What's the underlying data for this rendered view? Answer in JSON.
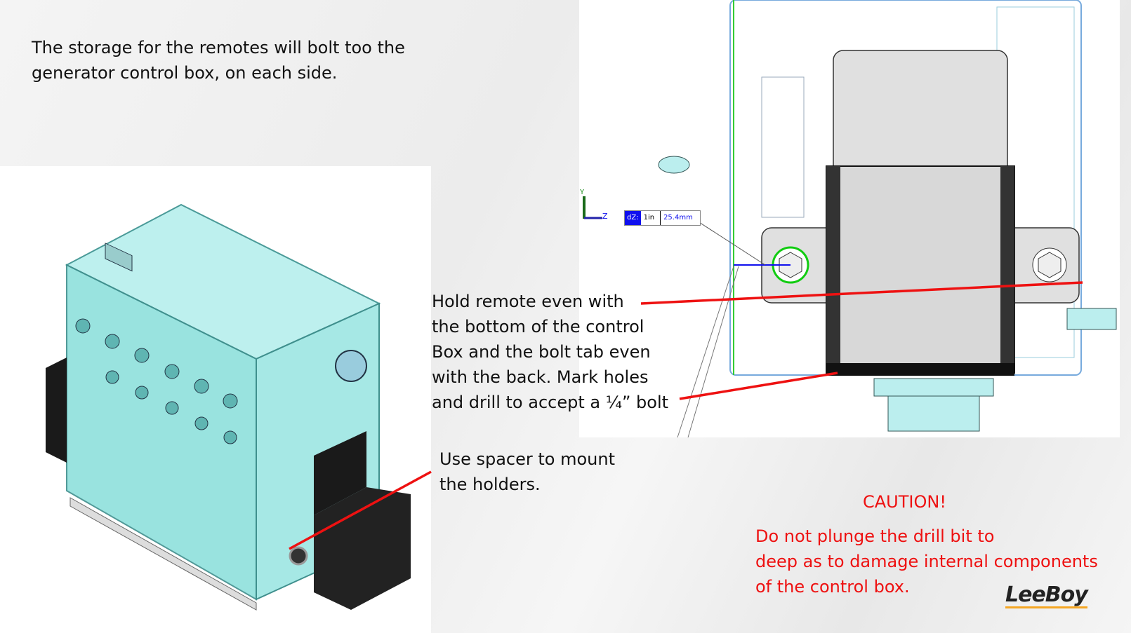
{
  "slide": {
    "intro_line1": "The storage for the remotes will bolt too the",
    "intro_line2": " generator control box, on each side.",
    "hold_lines": [
      "Hold remote even with",
      "the bottom of the control",
      "Box and the bolt tab even",
      "with the back. Mark holes",
      "and drill to accept a ¼” bolt"
    ],
    "spacer_lines": [
      "Use spacer to mount",
      "the holders."
    ],
    "caution_title": "CAUTION!",
    "caution_lines": [
      "Do not plunge the drill bit to",
      "deep as to damage internal components",
      "of the control box."
    ],
    "logo": "LeeBoy"
  },
  "cad": {
    "axis_y": "Y",
    "axis_z": "Z",
    "dim_label": "dZ:",
    "dim_in": "1in",
    "dim_mm": "25.4mm"
  },
  "colors": {
    "annotation_red": "#ee1111",
    "glass": "#8fe0dc",
    "logo_accent": "#f5a623",
    "dim_blue": "#1010ee"
  }
}
